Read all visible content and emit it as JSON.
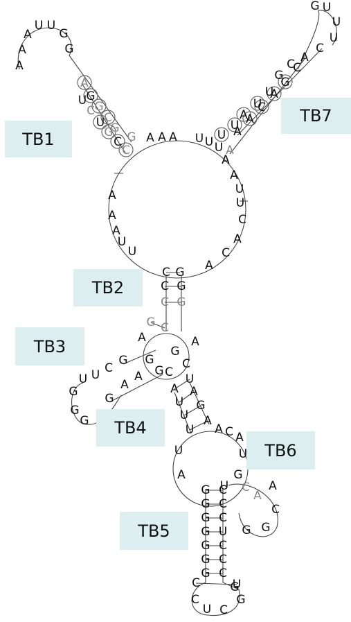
{
  "regions": {
    "tb1": "TB1",
    "tb2": "TB2",
    "tb3": "TB3",
    "tb4": "TB4",
    "tb5": "TB5",
    "tb6": "TB6",
    "tb7": "TB7"
  },
  "sequence": {
    "tb1_stem_5": [
      "C",
      "C",
      "G",
      "U",
      "C",
      "U"
    ],
    "tb1_loop": [
      "A",
      "A",
      "A",
      "U",
      "U",
      "G",
      "G"
    ],
    "tb1_stem_3": [
      "A",
      "G",
      "G",
      "C",
      "G",
      "G"
    ],
    "ring_top_a": [
      "A",
      "A",
      "A"
    ],
    "ring_top_b": [
      "U",
      "U",
      "U"
    ],
    "tb7_stem_5": [
      "A",
      "U",
      "U",
      "A",
      "U",
      "U"
    ],
    "tb7_loop": [
      "G",
      "C",
      "A",
      "G",
      "U",
      "U",
      "U",
      "C"
    ],
    "tb7_stem_3": [
      "C",
      "G",
      "A",
      "C",
      "A",
      "A"
    ],
    "ring_right": [
      "A",
      "A",
      "U",
      "U",
      "C",
      "A",
      "C",
      "A"
    ],
    "ring_left": [
      "A",
      "A",
      "A",
      "U",
      "U"
    ],
    "tb2_stem_l": [
      "C",
      "C",
      "C",
      "G"
    ],
    "tb2_stem_r": [
      "G",
      "G",
      "G",
      "C"
    ],
    "tb3_ring": [
      "A",
      "C",
      "G",
      "A",
      "G",
      "C"
    ],
    "tb4_stem_a": [
      "U",
      "U",
      "C",
      "G"
    ],
    "tb4_loop": [
      "G",
      "G",
      "G",
      "A"
    ],
    "tb4_stem_b": [
      "G",
      "A",
      "A",
      "G"
    ],
    "tb5_inner_l": [
      "A",
      "U",
      "U",
      "U"
    ],
    "tb5_inner_r": [
      "U",
      "A",
      "G",
      "A"
    ],
    "tb6_ring": [
      "A",
      "C",
      "A",
      "U",
      "G"
    ],
    "tb6_loop": [
      "C",
      "A",
      "A",
      "C",
      "G",
      "G"
    ],
    "tb5_ring_l": [
      "U",
      "A"
    ],
    "tb5_stem_l": [
      "G",
      "G",
      "G",
      "G",
      "G",
      "G",
      "G",
      "C"
    ],
    "tb5_stem_r": [
      "C",
      "C",
      "C",
      "U",
      "C",
      "C",
      "C",
      "U"
    ],
    "tb5_loop": [
      "C",
      "U",
      "C",
      "G",
      "G",
      "U"
    ]
  }
}
